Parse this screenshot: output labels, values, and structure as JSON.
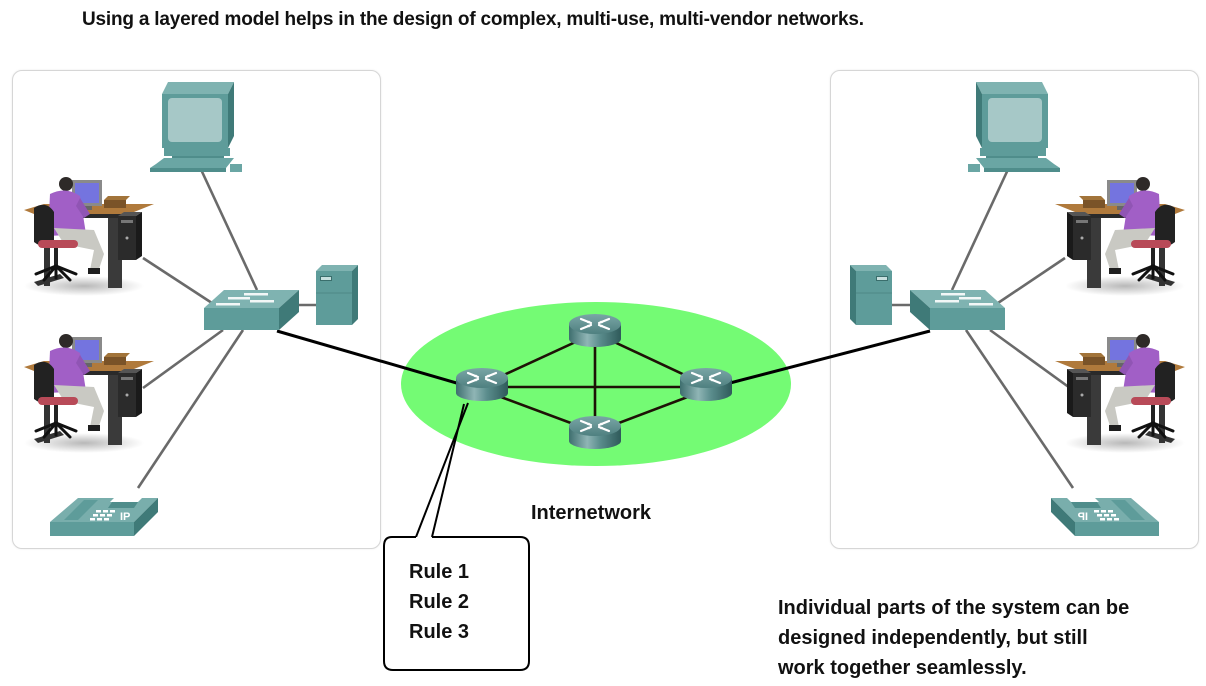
{
  "title": "Using a layered model helps in the design of complex, multi-use, multi-vendor networks.",
  "internetwork_label": "Internetwork",
  "callout": {
    "rules": [
      "Rule 1",
      "Rule 2",
      "Rule 3"
    ]
  },
  "caption": {
    "lines": [
      "Individual parts of the system can be",
      "designed independently, but still",
      "work together seamlessly."
    ]
  },
  "colors": {
    "device_teal": "#5e9c9a",
    "device_teal_dark": "#3f7a78",
    "cloud_green": "#74fb74",
    "router_teal": "#4f8585",
    "person_shirt": "#a15fc6",
    "monitor_screen": "#7a7ae0"
  },
  "devices": {
    "left": [
      "desktop-computer",
      "workstation-user-1",
      "workstation-user-2",
      "ip-phone",
      "switch",
      "server"
    ],
    "right": [
      "desktop-computer",
      "workstation-user-1",
      "workstation-user-2",
      "ip-phone",
      "switch",
      "server"
    ],
    "internetwork": [
      "router-left",
      "router-top",
      "router-right",
      "router-bottom"
    ]
  }
}
